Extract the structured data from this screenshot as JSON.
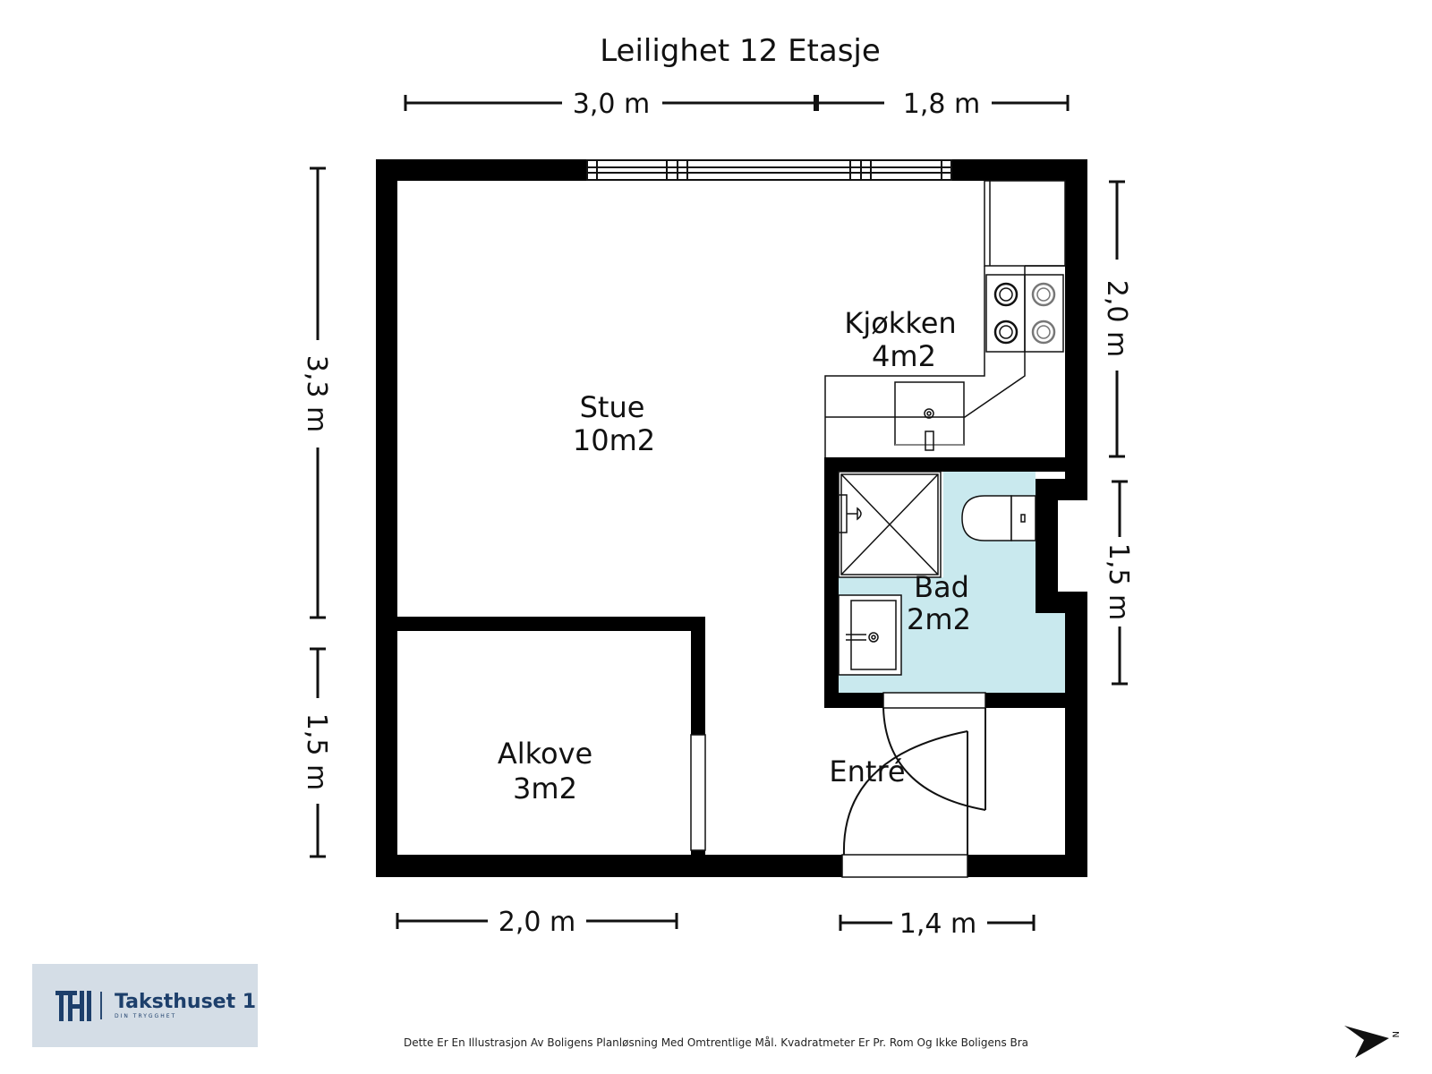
{
  "title": "Leilighet 12 Etasje",
  "rooms": {
    "stue": {
      "name": "Stue",
      "area": "10m2"
    },
    "kjokken": {
      "name": "Kjøkken",
      "area": "4m2"
    },
    "bad": {
      "name": "Bad",
      "area": "2m2"
    },
    "alkove": {
      "name": "Alkove",
      "area": "3m2"
    },
    "entre": {
      "name": "Entré"
    }
  },
  "dimensions": {
    "top_left": "3,0 m",
    "top_right": "1,8 m",
    "left_upper": "3,3 m",
    "left_lower": "1,5 m",
    "right_upper": "2,0 m",
    "right_lower": "1,5 m",
    "bottom_left": "2,0 m",
    "bottom_right": "1,4 m"
  },
  "logo": {
    "name": "Taksthuset 1",
    "tagline": "DIN TRYGGHET"
  },
  "disclaimer": "Dette Er En Illustrasjon Av Boligens Planløsning Med Omtrentlige Mål. Kvadratmeter Er Pr. Rom Og Ikke Boligens Bra",
  "compass": {
    "label": "N"
  },
  "colors": {
    "wall": "#000000",
    "bath_fill": "#c9e9ee",
    "logo_bg": "#d4dde6",
    "logo_text": "#1d3f6b"
  }
}
